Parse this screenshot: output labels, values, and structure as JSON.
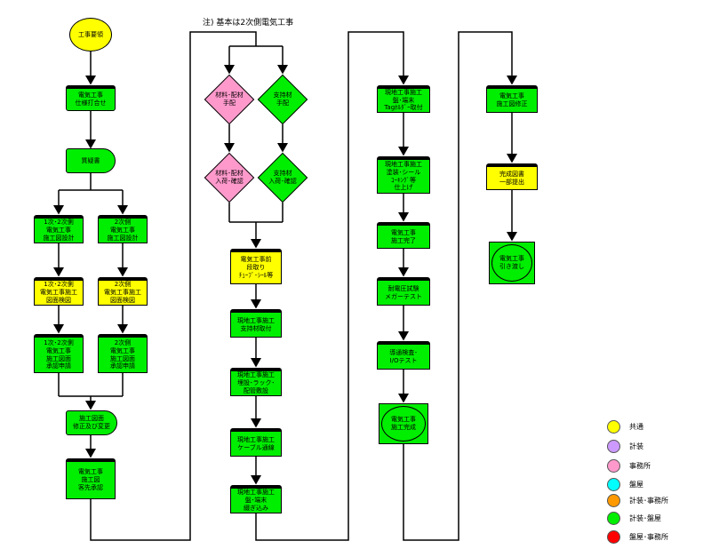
{
  "note": "注) 基本は2次側電気工事",
  "nodes": {
    "start": "工事要領",
    "n1": "電気工事\n仕様打合せ",
    "n2": "質疑書",
    "n3a": "1次･2次側\n電気工事\n施工図設計",
    "n3b": "2次側\n電気工事\n施工図設計",
    "n4a": "1次･2次側\n電気工事施工\n図面検図",
    "n4b": "2次側\n電気工事施工\n図面検図",
    "n5a": "1次･2次側\n電気工事\n施工図面\n承認申請",
    "n5b": "2次側\n電気工事\n施工図面\n承認申請",
    "n6": "施工図面\n修正及び変更",
    "n7": "電気工事\n施工図\n客先承認",
    "d1": "材料･配材\n手配",
    "d2": "支持材\n手配",
    "d3": "材料･配材\n入荷･確認",
    "d4": "支持材\n入荷･確認",
    "c1": "電気工事前\n段取り\nﾁｭｰﾌﾞ･ｼｰﾙ等",
    "c2": "現地工事施工\n支持材取付",
    "c3": "現地工事施工\n埋設･ラック･\n配管敷設",
    "c4": "現地工事施工\nケーブル通線",
    "c5": "現地工事施工\n盤･端末\n綴ぎ込み",
    "e1": "現地工事施工\n盤･端末\nTagﾎﾙﾀﾞｰ取付",
    "e2": "現地工事施工\n塗装･シール\nｺｰｷﾝｸﾞ等\n仕上げ",
    "e3": "電気工事\n施工完了",
    "e4": "耐電圧試験\nメガーテスト",
    "e5": "導通検査･\nI/Oテスト",
    "e6": "電気工事\n施工完成",
    "f1": "電気工事\n施工図修正",
    "f2": "完成図書\n一部提出",
    "f3": "電気工事\n引き渡し"
  },
  "legend": [
    {
      "label": "共通",
      "color": "#ffff00"
    },
    {
      "label": "計装",
      "color": "#cc99ff"
    },
    {
      "label": "事務所",
      "color": "#ff99cc"
    },
    {
      "label": "盤屋",
      "color": "#00ffff"
    },
    {
      "label": "計装･事務所",
      "color": "#ff9900"
    },
    {
      "label": "計装･盤屋",
      "color": "#00ee00"
    },
    {
      "label": "盤屋･事務所",
      "color": "#ff0000"
    }
  ]
}
